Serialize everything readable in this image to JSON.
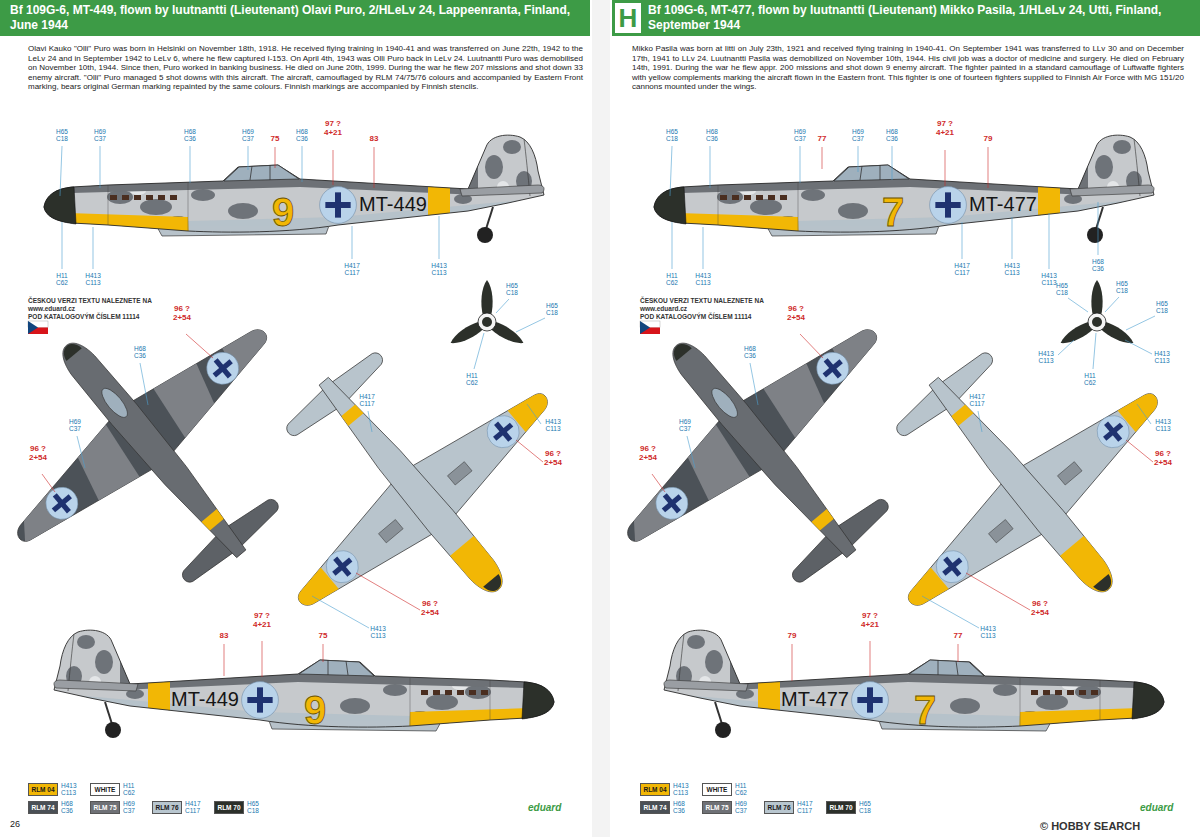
{
  "diagram": {
    "nodes": [
      {
        "text": [
          "Bf 109G-6, MT-449, flown by luutnantti (Lieutenant) Olavi Puro, 2/HLeLv 24, Lappeenranta, Finland, June 1944"
        ]
      },
      {
        "text": [
          "Bf 109G-6, MT-477, flown by luutnantti (Lieutenant) Mikko Pasila, 1/HLeLv 24, Utti, Finland, September 1944"
        ]
      },
      {
        "text": [
          "H"
        ],
        "in": 1
      }
    ],
    "labels": [
      "Olavi Kauko \"Olli\" Puro was born in Helsinki on November 18th, 1918. He received flying training in 1940-41 and was transferred on June 22th, 1942 to the LeLv 24 and in September 1942 to LeLv 6, where he flew captured I-153. On April 4th, 1943 was Olli Puro back in LeLv 24. Luutnantti Puro was demobilised on November 10th, 1944. Since then, Puro worked in banking business. He died on June 20th, 1999. During the war he flew 207 missions and shot down 33 enemy aircraft. \"Olli\" Puro managed 5 shot downs with this aircraft. The aircraft, camouflaged by RLM 74/75/76 colours and accompanied by Eastern Front marking, bears original German marking repainted by the same colours. Finnish markings are accompanied by Finnish stencils.",
      "H65 C18",
      "H69 C37",
      "H68 C36",
      "H69 C37",
      "75",
      "H68 C36",
      "97 ? 4+21",
      "83",
      "H11 C62",
      "H413 C113",
      "H417 C117",
      "H413 C113",
      "9",
      "MT-449",
      "ČESKOU VERZI TEXTU NALEZNETE NA",
      "www.eduard.cz",
      "POD KATALOGOVÝM ČÍSLEM 11114",
      "H68 C36",
      "96 ? 2+54",
      "H69 C37",
      "96 ? 2+54",
      "H65 C18",
      "H65 C18",
      "H11 C62",
      "H417 C117",
      "H413 C113",
      "96 ? 2+54",
      "96 ? 2+54",
      "H413 C113",
      "83",
      "97 ? 4+21",
      "75",
      "MT-449",
      "9",
      "H413 C113",
      "H11 C62",
      "H68 C36",
      "H69 C37",
      "H417 C117",
      "H65 C18",
      "26",
      "eduard",
      "Mikko Pasila was born at Iitti on July 23th, 1921 and received flying training in 1940-41. On September 1941 was transferred to LLv 30 and on December 17th, 1941 to LLv 24. Luutnantti Pasila was demobilized on November 10th, 1944. His civil job was a doctor of medicine and surgery. He died on February 14th, 1991. During the war he flew appr. 200 missions and shot down 9 enemy aircraft. The fighter painted in a standard camouflage of Luftwaffe fighters with yellow complements marking the aircraft flown in the Eastern front. This fighter is one of fourteen fighters supplied to Finnish Air Force with MG 151/20 cannons mounted under the wings.",
      "H65 C18",
      "H68 C36",
      "H69 C37",
      "77",
      "H69 C37",
      "H68 C36",
      "97 ? 4+21",
      "79",
      "H11 C62",
      "H413 C113",
      "H417 C117",
      "H413 C113",
      "H413 C113",
      "H68 C36",
      "7",
      "MT-477",
      "ČESKOU VERZI TEXTU NALEZNETE NA",
      "www.eduard.cz",
      "POD KATALOGOVÝM ČÍSLEM 11114",
      "96 ? 2+54",
      "H68 C36",
      "H69 C37",
      "96 ? 2+54",
      "H65 C18",
      "H65 C18",
      "H65 C18",
      "H413 C113",
      "H413 C113",
      "H11 C62",
      "H417 C117",
      "H413 C113",
      "96 ? 2+54",
      "96 ? 2+54",
      "H413 C113",
      "79",
      "97 ? 4+21",
      "77",
      "MT-477",
      "7",
      "eduard",
      "H413 C113",
      "H11 C62",
      "H68 C36",
      "H69 C37",
      "H417 C117",
      "H65 C18",
      "© HOBBY SEARCH"
    ],
    "legend": [
      {
        "text": "RLM 04",
        "color": "#f2b705"
      },
      {
        "text": "WHITE",
        "color": "#ffffff"
      },
      {
        "text": "RLM 74",
        "color": "#4a5056"
      },
      {
        "text": "RLM 75",
        "color": "#6f7176"
      },
      {
        "text": "RLM 76",
        "color": "#b8c6cf"
      },
      {
        "text": "RLM 70",
        "color": "#2c302a"
      },
      {
        "text": "RLM 04",
        "color": "#f2b705"
      },
      {
        "text": "WHITE",
        "color": "#ffffff"
      },
      {
        "text": "RLM 74",
        "color": "#4a5056"
      },
      {
        "text": "RLM 75",
        "color": "#6f7176"
      },
      {
        "text": "RLM 76",
        "color": "#b8c6cf"
      },
      {
        "text": "RLM 70",
        "color": "#2c302a"
      }
    ]
  }
}
